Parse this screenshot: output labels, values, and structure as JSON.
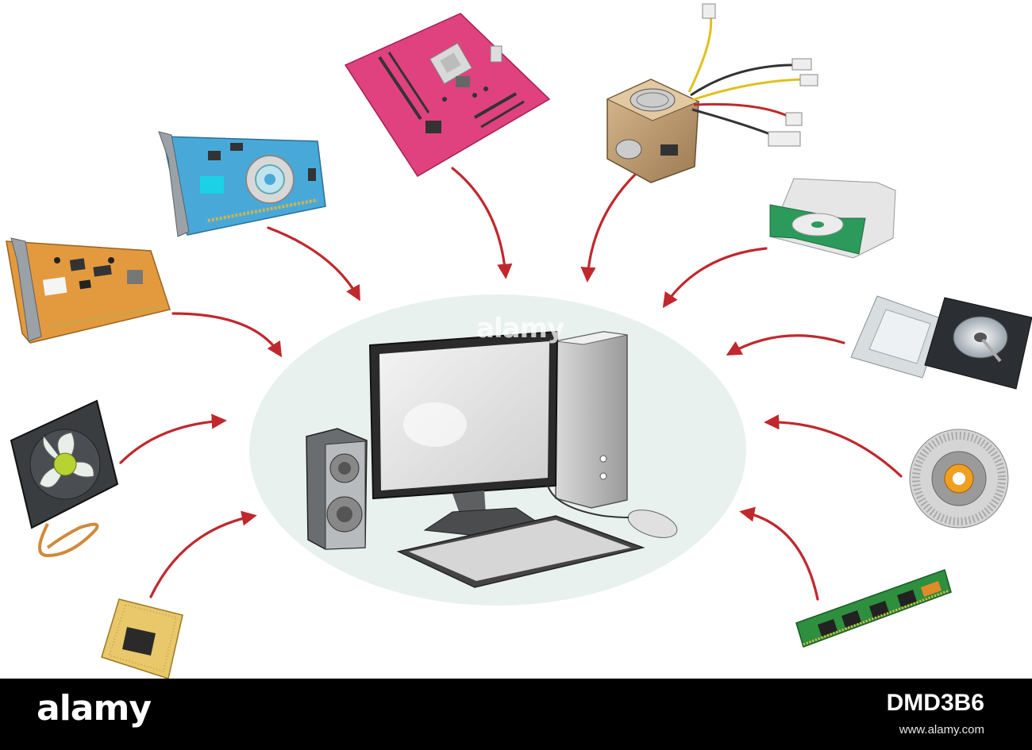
{
  "watermark": {
    "text": "alamy"
  },
  "footer": {
    "logo": "alamy",
    "image_id": "DMD3B6",
    "url": "www.alamy.com"
  },
  "colors": {
    "arrow": "#c0282d",
    "hub": "#e9f1ef",
    "footer_bg": "#000000"
  },
  "components": [
    {
      "name": "sound-card-icon"
    },
    {
      "name": "graphics-card-icon"
    },
    {
      "name": "motherboard-icon"
    },
    {
      "name": "power-supply-icon"
    },
    {
      "name": "optical-drive-icon"
    },
    {
      "name": "hard-drives-icon"
    },
    {
      "name": "case-fan-icon"
    },
    {
      "name": "cpu-cooler-icon"
    },
    {
      "name": "cpu-chip-icon"
    },
    {
      "name": "ram-module-icon"
    }
  ],
  "hub": {
    "name": "desktop-computer-icon"
  }
}
